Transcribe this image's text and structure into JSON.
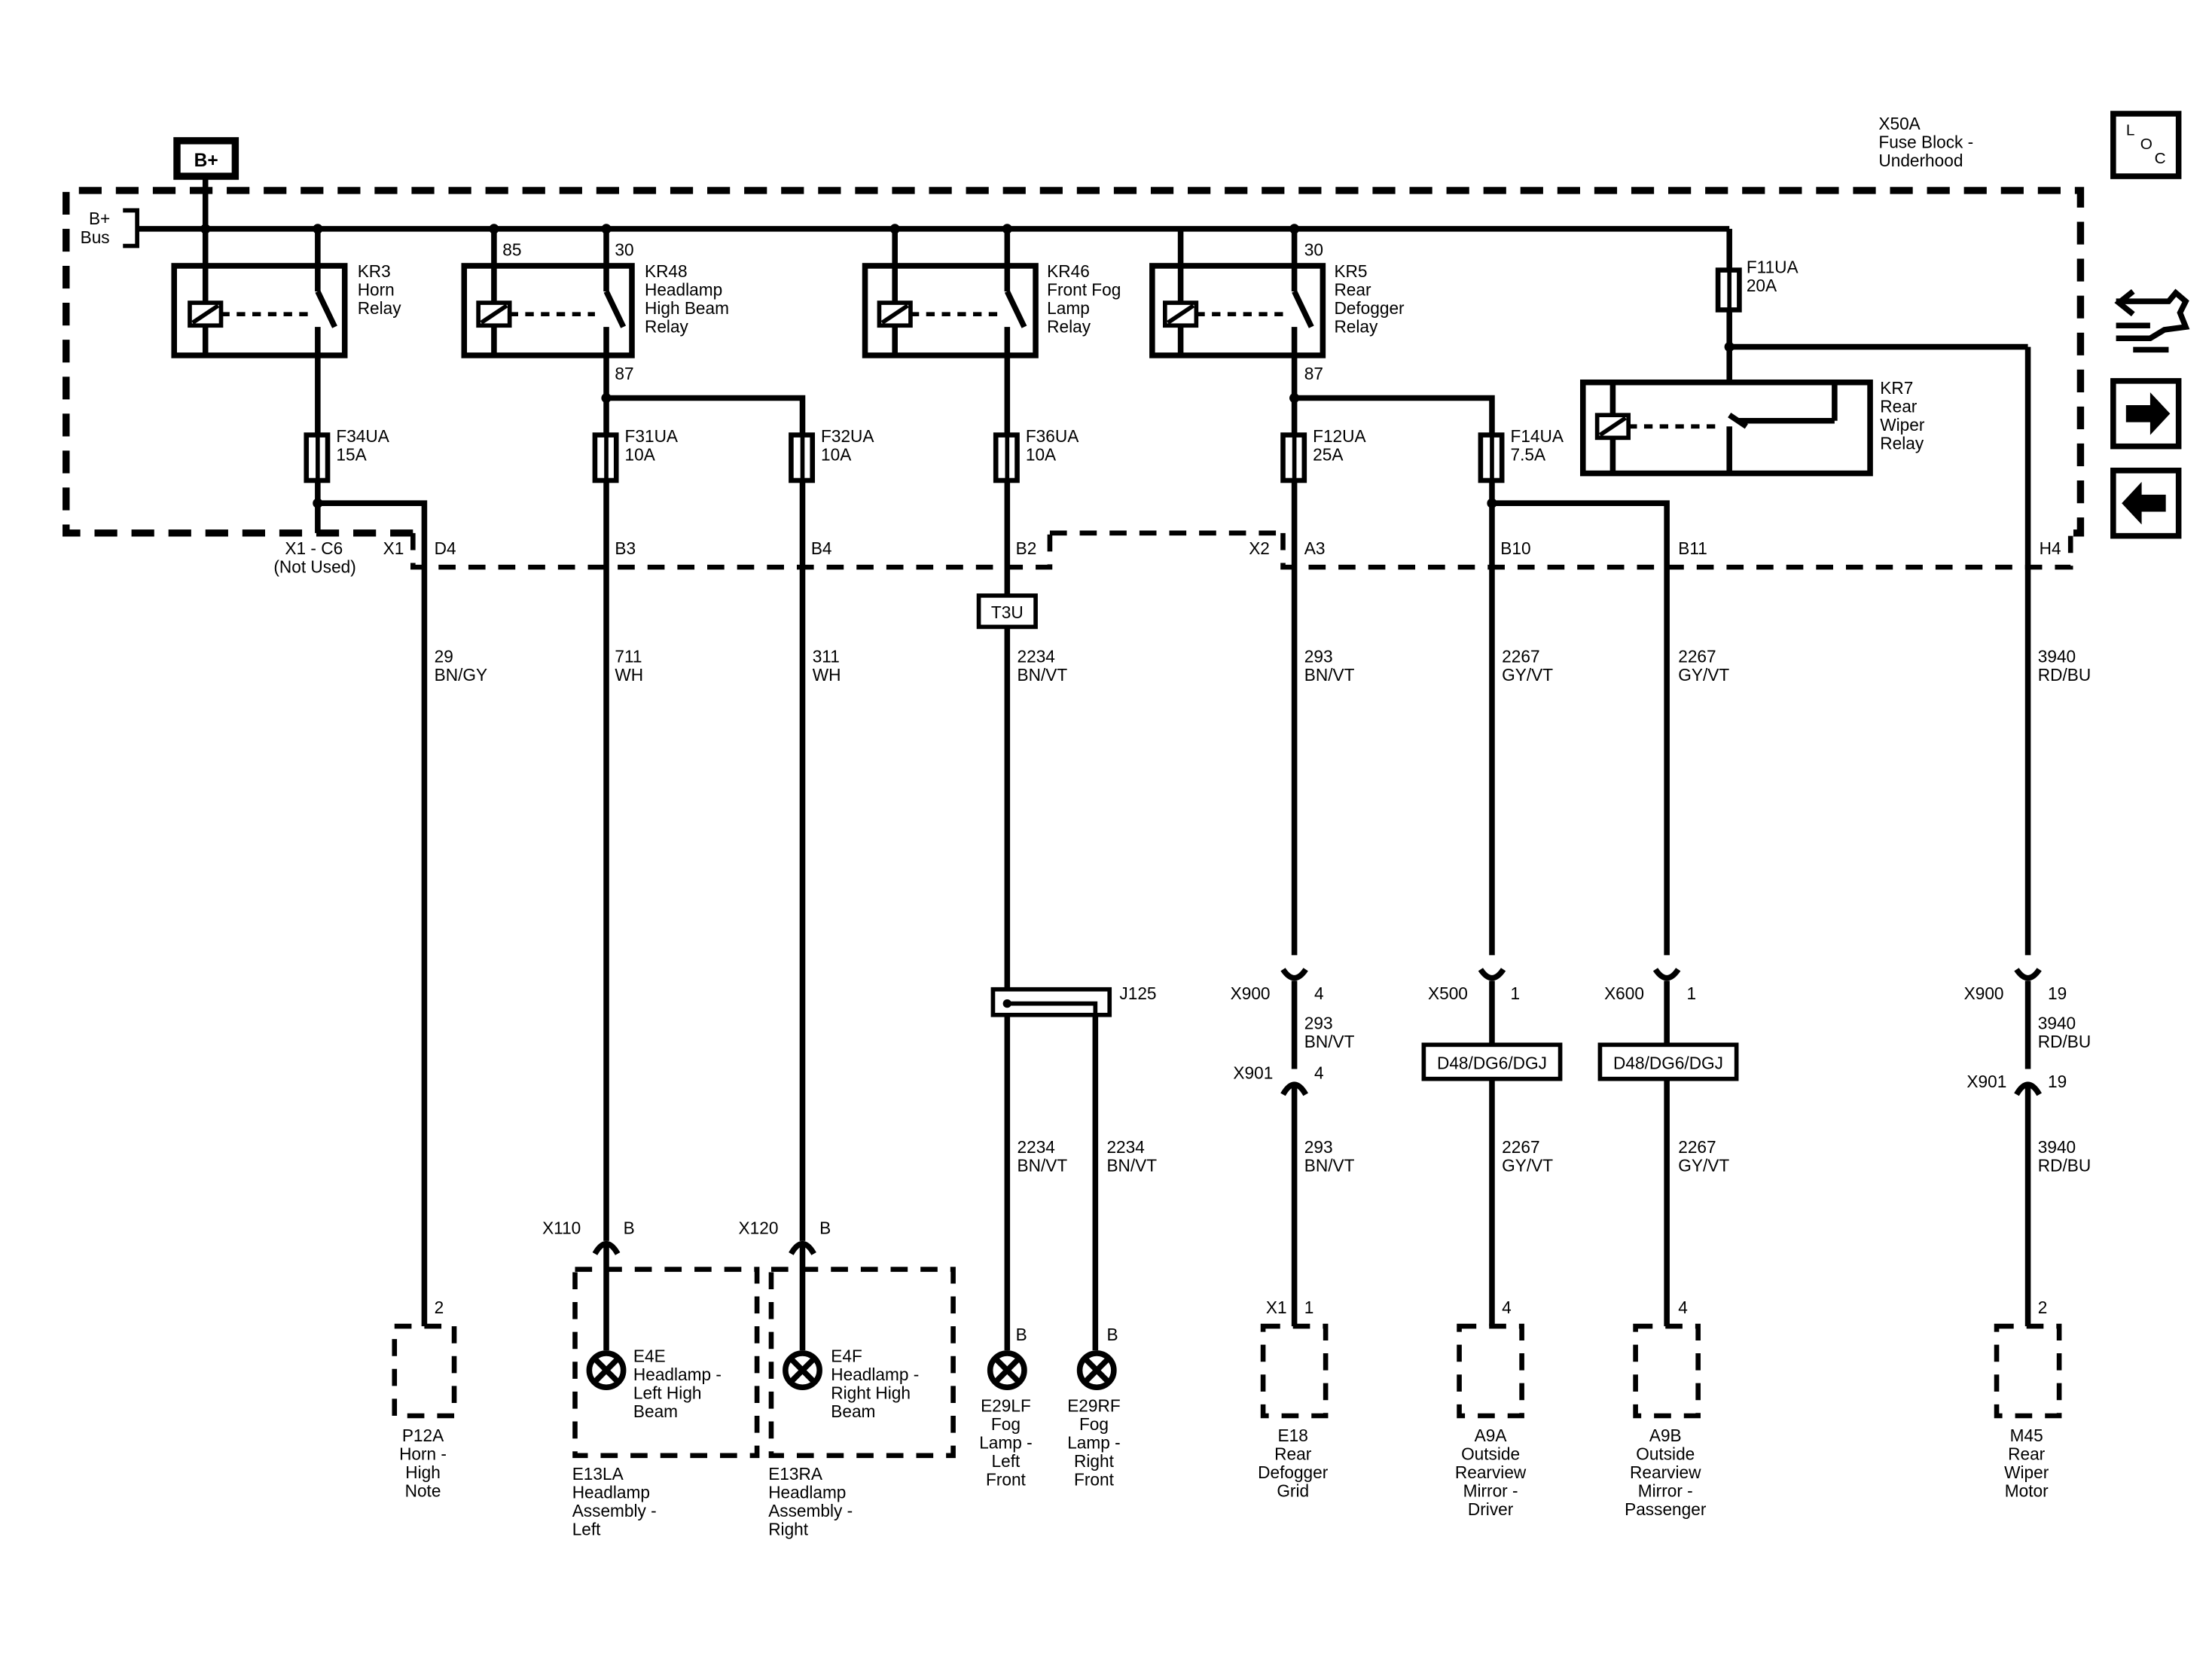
{
  "supply": {
    "bplus": "B+",
    "bus_line1": "B+",
    "bus_line2": "Bus"
  },
  "fuse_block": {
    "line1": "X50A",
    "line2": "Fuse Block -",
    "line3": "Underhood"
  },
  "nav": {
    "loc_l": "L",
    "loc_o": "O",
    "loc_c": "C"
  },
  "relays": {
    "kr3": {
      "id": "KR3",
      "l1": "Horn",
      "l2": "Relay"
    },
    "kr48": {
      "id": "KR48",
      "l1": "Headlamp",
      "l2": "High Beam",
      "l3": "Relay",
      "pin_a": "85",
      "pin_b": "30",
      "pin_c": "87"
    },
    "kr46": {
      "id": "KR46",
      "l1": "Front Fog",
      "l2": "Lamp",
      "l3": "Relay"
    },
    "kr5": {
      "id": "KR5",
      "l1": "Rear",
      "l2": "Defogger",
      "l3": "Relay",
      "pin_b": "30",
      "pin_c": "87"
    },
    "kr7": {
      "id": "KR7",
      "l1": "Rear",
      "l2": "Wiper",
      "l3": "Relay"
    }
  },
  "fuses": {
    "f34": {
      "id": "F34UA",
      "rating": "15A"
    },
    "f31": {
      "id": "F31UA",
      "rating": "10A"
    },
    "f32": {
      "id": "F32UA",
      "rating": "10A"
    },
    "f36": {
      "id": "F36UA",
      "rating": "10A"
    },
    "f12": {
      "id": "F12UA",
      "rating": "25A"
    },
    "f14": {
      "id": "F14UA",
      "rating": "7.5A"
    },
    "f11": {
      "id": "F11UA",
      "rating": "20A"
    }
  },
  "connector_pins": {
    "x1c6": "X1 - C6",
    "not_used": "(Not Used)",
    "x1": "X1",
    "d4": "D4",
    "b3": "B3",
    "b4": "B4",
    "b2": "B2",
    "x2": "X2",
    "a3": "A3",
    "b10": "B10",
    "b11": "B11",
    "h4": "H4"
  },
  "option_t3u": "T3U",
  "wires": {
    "horn": {
      "circuit": "29",
      "color": "BN/GY"
    },
    "hb_left": {
      "circuit": "711",
      "color": "WH"
    },
    "hb_right": {
      "circuit": "311",
      "color": "WH"
    },
    "fog": {
      "circuit": "2234",
      "color": "BN/VT"
    },
    "defog": {
      "circuit": "293",
      "color": "BN/VT"
    },
    "mirror_drv": {
      "circuit": "2267",
      "color": "GY/VT"
    },
    "mirror_pass": {
      "circuit": "2267",
      "color": "GY/VT"
    },
    "wiper": {
      "circuit": "3940",
      "color": "RD/BU"
    }
  },
  "splice": "J125",
  "inline": {
    "x900_defog": {
      "conn": "X900",
      "pin": "4"
    },
    "x901_defog": {
      "conn": "X901",
      "pin": "4"
    },
    "x500": {
      "conn": "X500",
      "pin": "1"
    },
    "x600": {
      "conn": "X600",
      "pin": "1"
    },
    "x900_wiper": {
      "conn": "X900",
      "pin": "19"
    },
    "x901_wiper": {
      "conn": "X901",
      "pin": "19"
    },
    "x110": {
      "conn": "X110",
      "pin": "B"
    },
    "x120": {
      "conn": "X120",
      "pin": "B"
    }
  },
  "options": {
    "mirror_drv": "D48/DG6/DGJ",
    "mirror_pass": "D48/DG6/DGJ"
  },
  "components": {
    "p12a": {
      "pin": "2",
      "id": "P12A",
      "l1": "Horn -",
      "l2": "High",
      "l3": "Note"
    },
    "e4e": {
      "id": "E4E",
      "l1": "Headlamp -",
      "l2": "Left High",
      "l3": "Beam"
    },
    "e13la": {
      "id": "E13LA",
      "l1": "Headlamp",
      "l2": "Assembly -",
      "l3": "Left"
    },
    "e4f": {
      "id": "E4F",
      "l1": "Headlamp -",
      "l2": "Right High",
      "l3": "Beam"
    },
    "e13ra": {
      "id": "E13RA",
      "l1": "Headlamp",
      "l2": "Assembly -",
      "l3": "Right"
    },
    "e29lf": {
      "pin": "B",
      "id": "E29LF",
      "l1": "Fog",
      "l2": "Lamp -",
      "l3": "Left",
      "l4": "Front"
    },
    "e29rf": {
      "pin": "B",
      "id": "E29RF",
      "l1": "Fog",
      "l2": "Lamp -",
      "l3": "Right",
      "l4": "Front"
    },
    "e18": {
      "conn": "X1",
      "pin": "1",
      "id": "E18",
      "l1": "Rear",
      "l2": "Defogger",
      "l3": "Grid"
    },
    "a9a": {
      "pin": "4",
      "id": "A9A",
      "l1": "Outside",
      "l2": "Rearview",
      "l3": "Mirror -",
      "l4": "Driver"
    },
    "a9b": {
      "pin": "4",
      "id": "A9B",
      "l1": "Outside",
      "l2": "Rearview",
      "l3": "Mirror -",
      "l4": "Passenger"
    },
    "m45": {
      "pin": "2",
      "id": "M45",
      "l1": "Rear",
      "l2": "Wiper",
      "l3": "Motor"
    }
  }
}
